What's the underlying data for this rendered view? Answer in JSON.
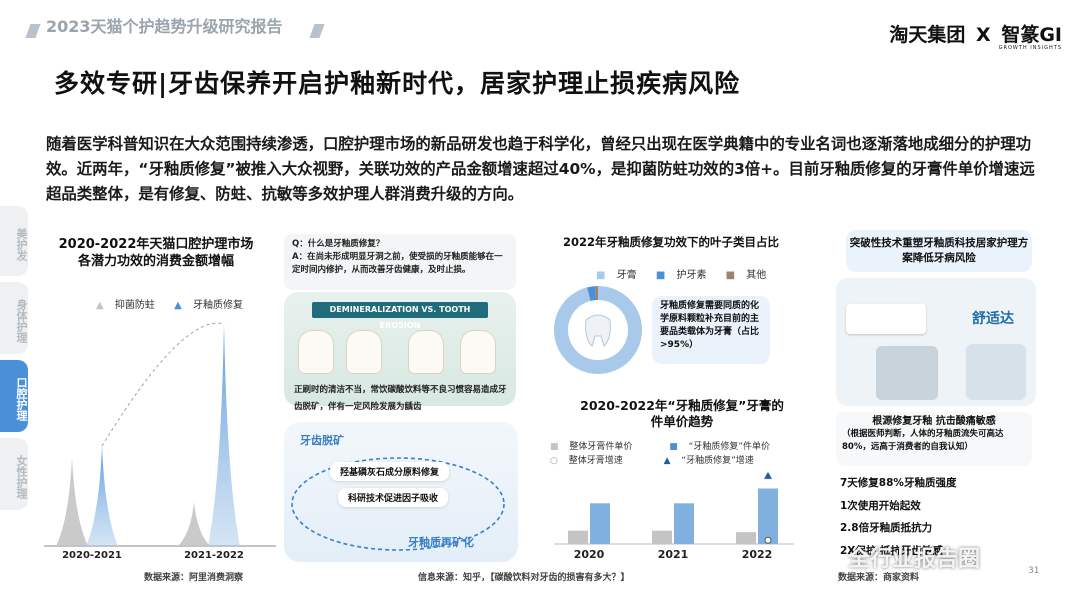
{
  "header": {
    "report_title": "2023天猫个护趋势升级研究报告",
    "brand_left": "淘天集团",
    "brand_x": "X",
    "brand_right": "智篆GI",
    "brand_sub": "GROWTH INSIGHTS"
  },
  "main_title": "多效专研|牙齿保养开启护釉新时代，居家护理止损疾病风险",
  "intro": "随着医学科普知识在大众范围持续渗透，口腔护理市场的新品研发也趋于科学化，曾经只出现在医学典籍中的专业名词也逐渐落地成细分的护理功效。近两年，“牙釉质修复”被推入大众视野，关联功效的产品金额增速超过40%，是抑菌防蛀功效的3倍+。目前牙釉质修复的牙膏件单价增速远超品类整体，是有修复、防蛀、抗敏等多效护理人群消费升级的方向。",
  "side_tabs": [
    {
      "label": "美护发",
      "active": false
    },
    {
      "label": "身体护理",
      "active": false
    },
    {
      "label": "口腔护理",
      "active": true
    },
    {
      "label": "女性护理",
      "active": false
    }
  ],
  "qa": {
    "q": "Q：什么是牙釉质修复？",
    "a": "A：在尚未形成明显牙洞之前，使受损的牙釉质能够在一定时间内修护，从而改善牙齿健康，及时止损。"
  },
  "erosion": {
    "banner": "DEMINERALIZATION VS. TOOTH EROSION",
    "caption": "正刷时的清洁不当，常饮碳酸饮料等不良习惯容易造成牙齿脱矿，伴有一定风险发展为龋齿",
    "remin_title": "牙齿脱矿",
    "step1": "羟基磷灰石成分原料修复",
    "step2": "科研技术促进因子吸收",
    "remin_result": "牙釉质再矿化"
  },
  "source_left": "数据来源：阿里消费洞察",
  "source_mid": "信息来源：知乎，【碳酸饮料对牙齿的损害有多大？】",
  "source_right": "数据来源：商家资料",
  "right_panel": {
    "card_title": "突破性技术重塑牙釉质科技居家护理方案降低牙病风险",
    "brand_logo": "舒适达",
    "roots_title": "根源修复牙釉 抗击酸痛敏感",
    "roots_note": "（根据医师判断，人体的牙釉质流失可高达80%，远高于消费者的自我认知）",
    "efficacy": [
      "7天修复88%牙釉质强度",
      "1次使用开始起效",
      "2.8倍牙釉质抵抗力",
      "2X保护 抵抗牙齿敏感"
    ]
  },
  "watermark": "全行业报告圈",
  "page_number": "31",
  "colors": {
    "accent_blue": "#4a90d9",
    "light_blue": "#a9c9ea",
    "grey_bar": "#c4c4c4",
    "brown": "#a0806f"
  },
  "chart_data": [
    {
      "type": "area",
      "title": "2020-2022年天猫口腔护理市场各潜力功效的消费金额增幅",
      "categories": [
        "2020-2021",
        "2021-2022"
      ],
      "series": [
        {
          "name": "抑菌防蛀",
          "values": [
            0.4,
            0.2
          ]
        },
        {
          "name": "牙釉质修复",
          "values": [
            0.45,
            1.0
          ]
        }
      ],
      "source": "数据来源：阿里消费洞察"
    },
    {
      "type": "pie",
      "title": "2022年牙釉质修复功效下的叶子类目占比",
      "legend": [
        "牙膏",
        "护牙素",
        "其他"
      ],
      "values": [
        96,
        3,
        1
      ],
      "annotation": "牙釉质修复需要同质的化学原料颗粒补充目前的主要品类载体为牙膏（占比>95%）"
    },
    {
      "type": "bar",
      "title": "2020-2022年“牙釉质修复”牙膏的件单价趋势",
      "categories": [
        "2020",
        "2021",
        "2022"
      ],
      "legend": [
        "整体牙膏件单价",
        "“牙釉质修复”件单价",
        "整体牙膏增速",
        "“牙釉质修复”增速"
      ],
      "series": [
        {
          "name": "整体牙膏件单价",
          "values": [
            0.18,
            0.18,
            0.16
          ]
        },
        {
          "name": "“牙釉质修复”件单价",
          "values": [
            0.55,
            0.55,
            0.75
          ]
        }
      ],
      "markers": [
        {
          "name": "整体牙膏增速",
          "category": "2022",
          "value": 0.05
        },
        {
          "name": "“牙釉质修复”增速",
          "category": "2022",
          "value": 0.92
        }
      ]
    }
  ]
}
